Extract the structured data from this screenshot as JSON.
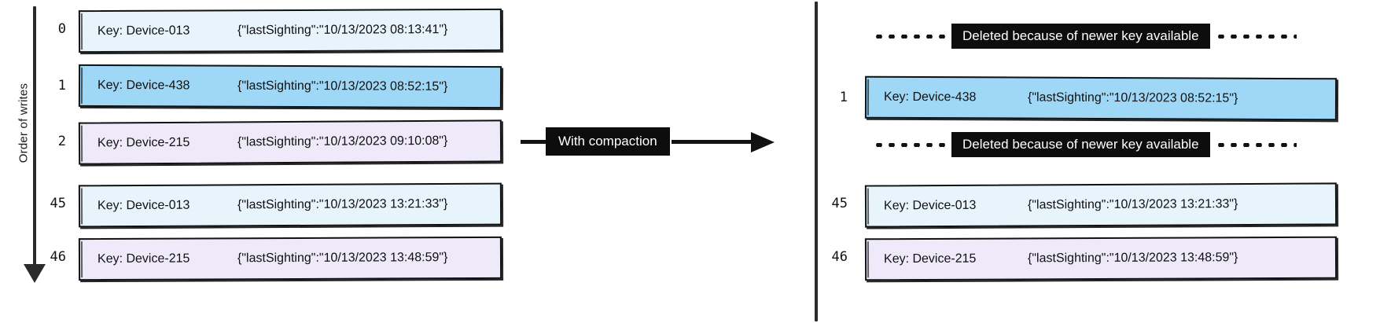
{
  "diagram": {
    "axis_label": "Order of writes",
    "transform_label": "With compaction",
    "deleted_note": "Deleted because of newer key available",
    "colors": {
      "light_blue": "#e8f4fb",
      "strong_blue": "#9fd8f7",
      "lavender": "#eeeaf9",
      "stroke": "#111111",
      "chip_bg": "#0d0d0d",
      "chip_text": "#ffffff"
    }
  },
  "left_panel": {
    "rows": [
      {
        "index": "0",
        "key": "Key: Device-013",
        "value": "{\"lastSighting\":\"10/13/2023 08:13:41\"}",
        "fill": "#e8f4fb"
      },
      {
        "index": "1",
        "key": "Key: Device-438",
        "value": "{\"lastSighting\":\"10/13/2023 08:52:15\"}",
        "fill": "#9fd8f7"
      },
      {
        "index": "2",
        "key": "Key: Device-215",
        "value": "{\"lastSighting\":\"10/13/2023 09:10:08\"}",
        "fill": "#eeeaf9"
      },
      {
        "index": "45",
        "key": "Key: Device-013",
        "value": "{\"lastSighting\":\"10/13/2023 13:21:33\"}",
        "fill": "#e8f4fb"
      },
      {
        "index": "46",
        "key": "Key: Device-215",
        "value": "{\"lastSighting\":\"10/13/2023 13:48:59\"}",
        "fill": "#eeeaf9"
      }
    ]
  },
  "right_panel": {
    "annotations": [
      {
        "text": "Deleted because of newer key available"
      },
      {
        "text": "Deleted because of newer key available"
      }
    ],
    "rows": [
      {
        "index": "1",
        "key": "Key: Device-438",
        "value": "{\"lastSighting\":\"10/13/2023 08:52:15\"}",
        "fill": "#9fd8f7"
      },
      {
        "index": "45",
        "key": "Key: Device-013",
        "value": "{\"lastSighting\":\"10/13/2023 13:21:33\"}",
        "fill": "#e8f4fb"
      },
      {
        "index": "46",
        "key": "Key: Device-215",
        "value": "{\"lastSighting\":\"10/13/2023 13:48:59\"}",
        "fill": "#eeeaf9"
      }
    ]
  }
}
